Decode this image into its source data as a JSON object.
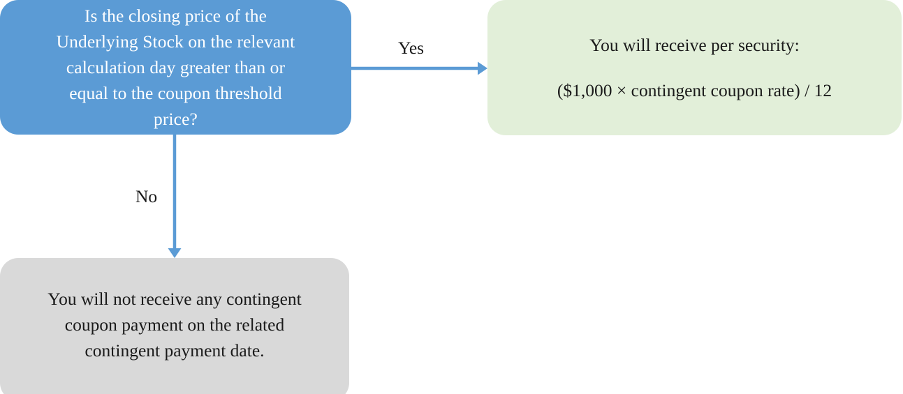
{
  "diagram": {
    "type": "flowchart",
    "colors": {
      "decision_fill": "#5B9BD5",
      "decision_text": "#FFFFFF",
      "yes_outcome_fill": "#E2EFD9",
      "no_outcome_fill": "#D9D9D9",
      "outcome_text": "#1A1A1A",
      "connector": "#5B9BD5",
      "background": "#FFFFFF"
    },
    "decision": {
      "text": "Is the closing price of the Underlying Stock on the relevant calculation day greater than or equal to the coupon threshold price?",
      "lines": [
        "Is the closing price of the",
        "Underlying Stock on the relevant",
        "calculation day greater than or",
        "equal to the coupon threshold",
        "price?"
      ]
    },
    "edges": [
      {
        "label": "Yes",
        "from": "decision",
        "to": "yes-outcome",
        "direction": "right"
      },
      {
        "label": "No",
        "from": "decision",
        "to": "no-outcome",
        "direction": "down"
      }
    ],
    "yes_outcome": {
      "heading": "You will receive per security:",
      "formula": "($1,000 × contingent coupon rate) / 12"
    },
    "no_outcome": {
      "text": "You will not receive any contingent coupon payment on the related contingent payment date.",
      "lines": [
        "You will not receive any contingent",
        "coupon payment on the related",
        "contingent payment date."
      ]
    }
  }
}
